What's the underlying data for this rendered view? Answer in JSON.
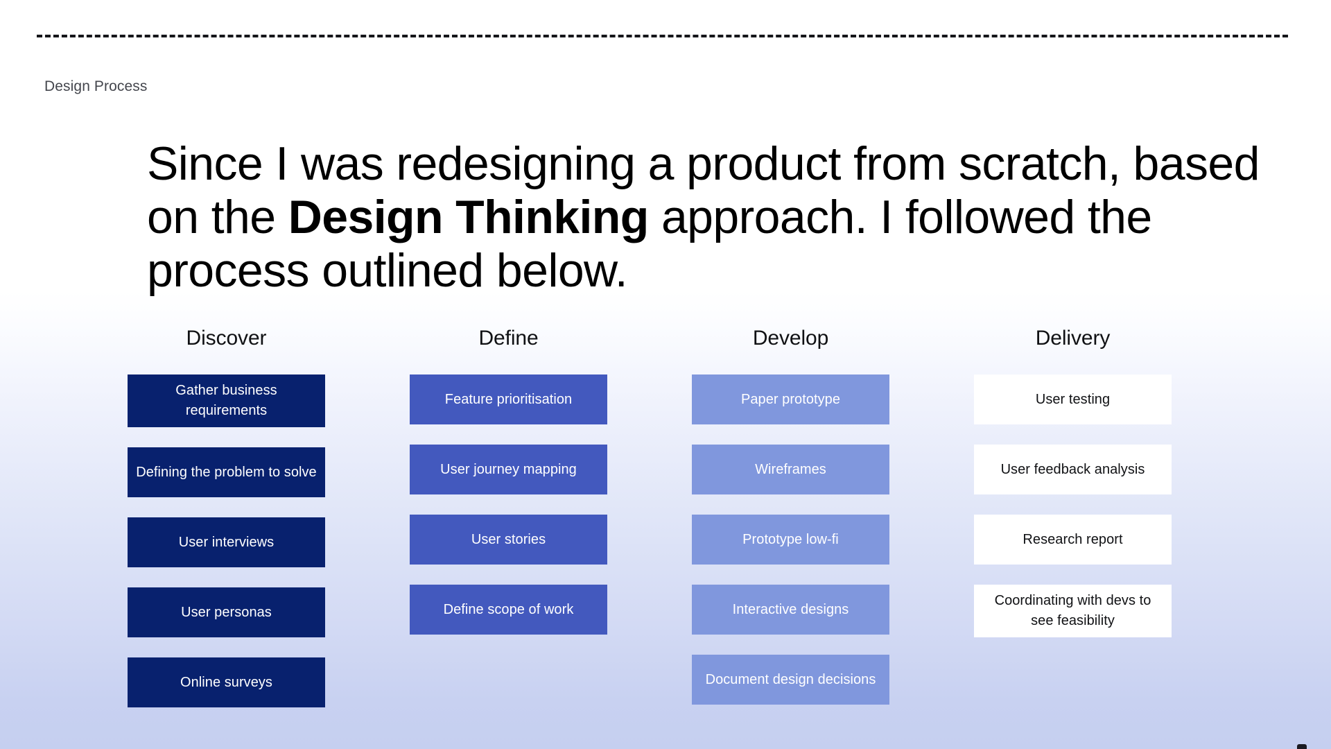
{
  "slide": {
    "eyebrow": "Design Process",
    "headline": {
      "part1": "Since I was redesigning a product from scratch, based on the ",
      "emphasis": "Design Thinking",
      "part2": " approach. I followed the process outlined below."
    }
  },
  "colors": {
    "discover": "#08216E",
    "define": "#4359BE",
    "develop": "#8097DD",
    "delivery": "#FFFFFF",
    "background_top": "#FFFFFF",
    "background_bottom": "#C5CFF0",
    "eyebrow_text": "#44464D",
    "headline_text": "#000000"
  },
  "process": {
    "columns": [
      {
        "title": "Discover",
        "style": "discover",
        "cards": [
          "Gather business requirements",
          "Defining the problem to solve",
          "User interviews",
          "User personas",
          "Online surveys"
        ]
      },
      {
        "title": "Define",
        "style": "define",
        "cards": [
          "Feature prioritisation",
          "User journey mapping",
          "User stories",
          "Define scope of work"
        ]
      },
      {
        "title": "Develop",
        "style": "develop",
        "cards": [
          "Paper prototype",
          "Wireframes",
          "Prototype low-fi",
          "Interactive designs",
          "Document design decisions"
        ]
      },
      {
        "title": "Delivery",
        "style": "delivery",
        "cards": [
          "User testing",
          "User feedback analysis",
          "Research report",
          "Coordinating with devs to see feasibility"
        ]
      }
    ]
  }
}
